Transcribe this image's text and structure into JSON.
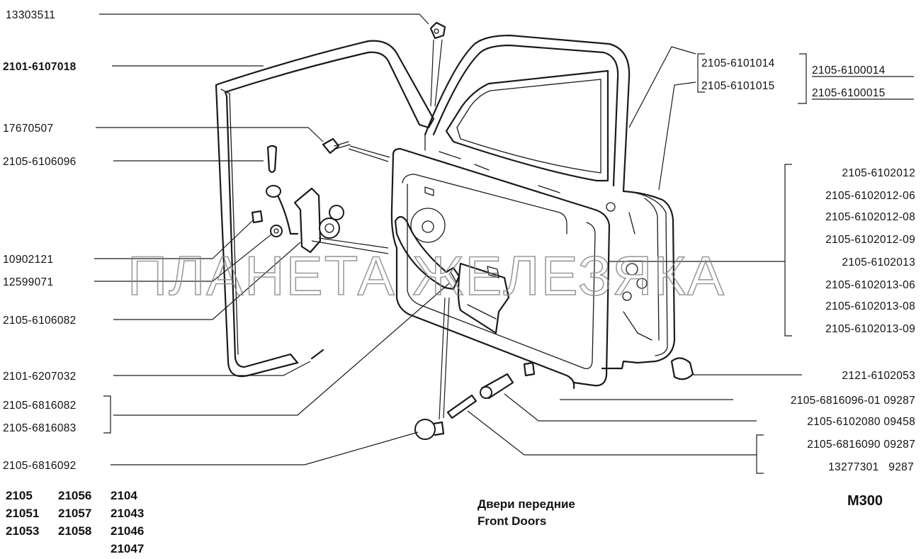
{
  "labels_left": [
    "13303511",
    "2101-6107018",
    "17670507",
    "2105-6106096",
    "10902121",
    "12599071",
    "2105-6106082",
    "2101-6207032",
    "2105-6816082",
    "2105-6816083",
    "2105-6816092"
  ],
  "labels_right": [
    "2105-6101014",
    "2105-6101015",
    "2105-6100014",
    "2105-6100015",
    "2105-6102012",
    "2105-6102012-06",
    "2105-6102012-08",
    "2105-6102012-09",
    "2105-6102013",
    "2105-6102013-06",
    "2105-6102013-08",
    "2105-6102013-09",
    "2121-6102053",
    "2105-6816096-01 09287",
    "2105-6102080 09458",
    "2105-6816090 09287",
    "13277301   9287"
  ],
  "watermark": "ПЛАНЕТА ЖЕЛЕЗЯКА",
  "models": [
    "2105",
    "21056",
    "2104",
    "21051",
    "21057",
    "21043",
    "21053",
    "21058",
    "21046",
    "",
    "",
    "21047"
  ],
  "title_ru": "Двери передние",
  "title_en": "Front Doors",
  "page_code": "M300"
}
